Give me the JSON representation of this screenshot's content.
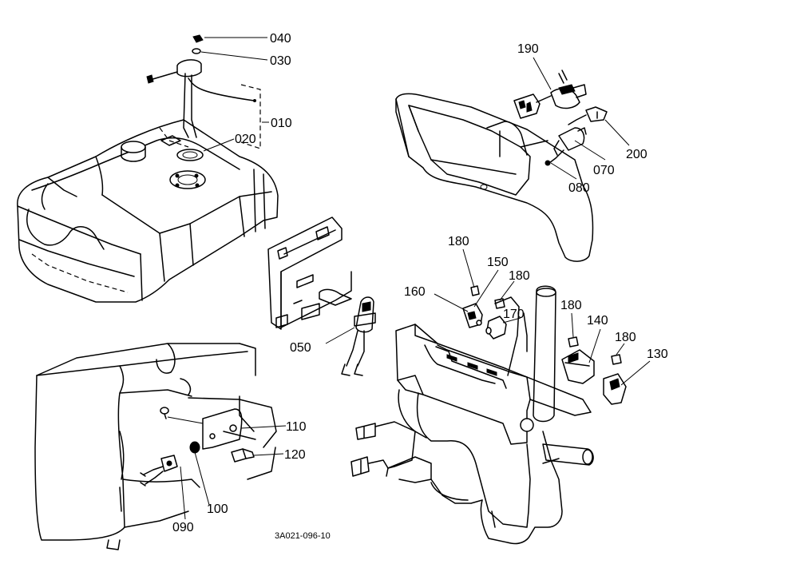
{
  "diagram": {
    "reference_code": "3A021-096-10",
    "part_labels": {
      "p010": "010",
      "p020": "020",
      "p030": "030",
      "p040": "040",
      "p050": "050",
      "p070": "070",
      "p080": "080",
      "p090": "090",
      "p100": "100",
      "p110": "110",
      "p120": "120",
      "p130": "130",
      "p140": "140",
      "p150": "150",
      "p160": "160",
      "p170": "170",
      "p180a": "180",
      "p180b": "180",
      "p180c": "180",
      "p180d": "180",
      "p190": "190",
      "p200": "200"
    }
  }
}
